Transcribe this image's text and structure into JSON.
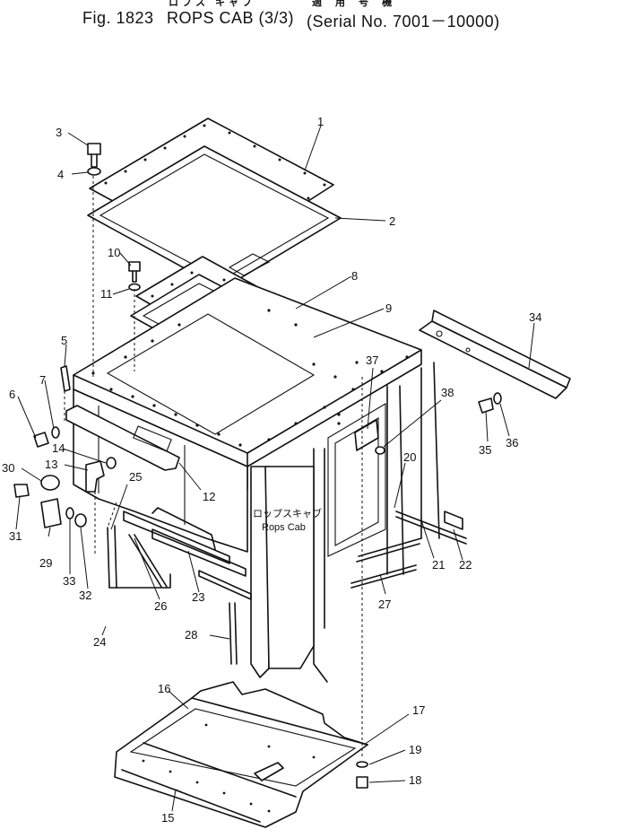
{
  "header": {
    "fig_number": "Fig. 1823",
    "title": "ROPS CAB (3/3)",
    "title_jp": "ロプス キャブ",
    "serial_jp": "適 用 号 機",
    "serial": "(Serial No. 7001－10000)"
  },
  "diagram": {
    "center_label_jp": "ロップスキャブ",
    "center_label": "Rops Cab",
    "part_numbers": [
      "1",
      "2",
      "3",
      "4",
      "5",
      "6",
      "7",
      "8",
      "9",
      "10",
      "11",
      "12",
      "13",
      "14",
      "15",
      "16",
      "17",
      "18",
      "19",
      "20",
      "21",
      "22",
      "23",
      "24",
      "25",
      "26",
      "27",
      "28",
      "29",
      "30",
      "31",
      "32",
      "33",
      "34",
      "35",
      "36",
      "37",
      "38"
    ]
  }
}
